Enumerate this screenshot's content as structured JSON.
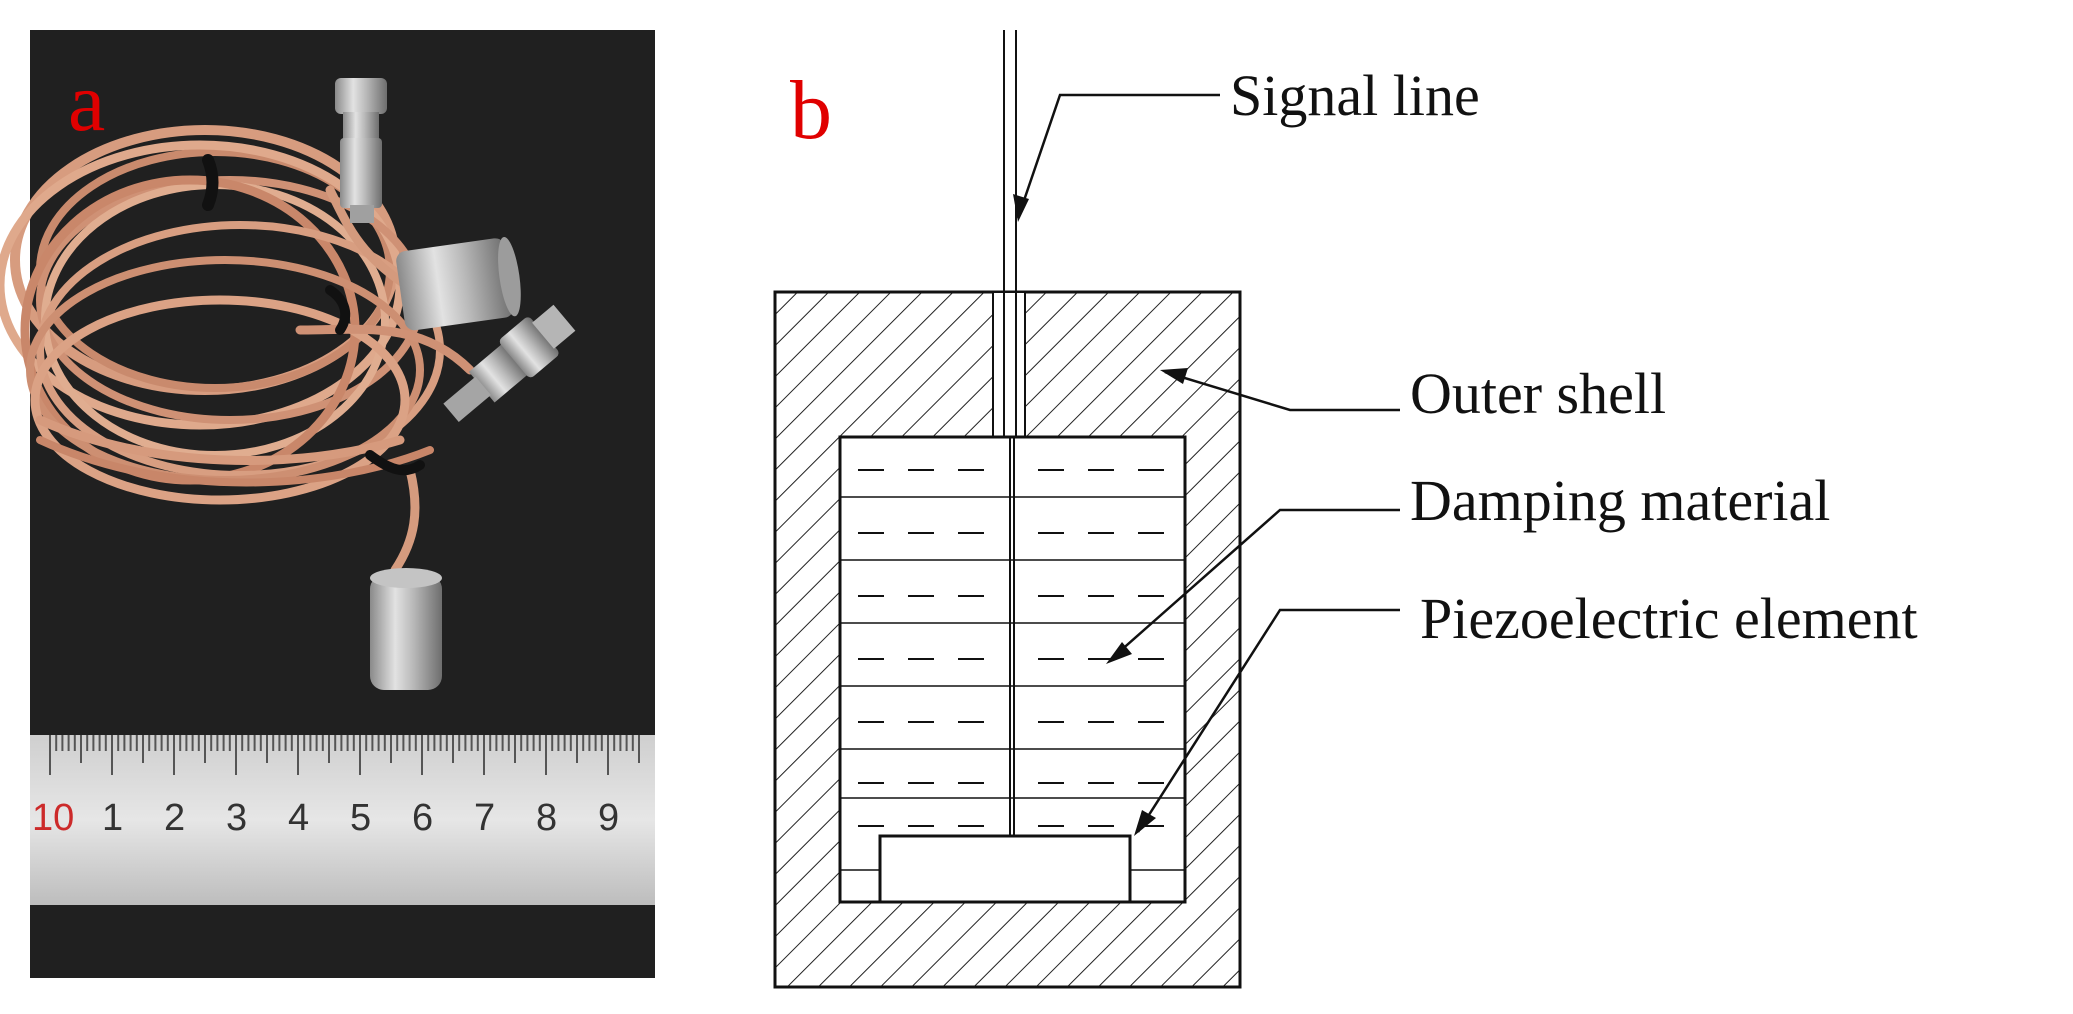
{
  "panel_a": {
    "label": "a",
    "ruler_numbers": [
      "10",
      "1",
      "2",
      "3",
      "4",
      "5",
      "6",
      "7",
      "8",
      "9"
    ]
  },
  "panel_b": {
    "label": "b",
    "callouts": {
      "signal_line": "Signal line",
      "outer_shell": "Outer shell",
      "damping_material": "Damping material",
      "piezoelectric_element": "Piezoelectric element"
    }
  }
}
